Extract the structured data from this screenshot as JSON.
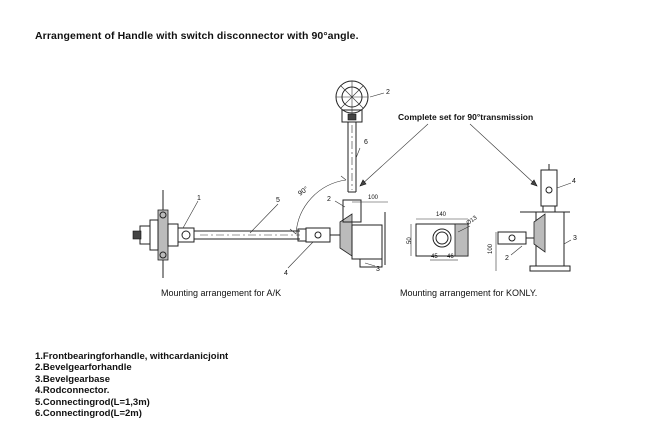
{
  "title": "Arrangement of Handle with switch disconnector with 90°angle.",
  "note": "Complete  set for 90°transmission",
  "captions": {
    "ak": "Mounting arrangement for A/K",
    "konly": "Mounting arrangement for KONLY."
  },
  "callouts": [
    "1",
    "2",
    "3",
    "4",
    "5",
    "6"
  ],
  "dimensions": {
    "angle": "90°",
    "len100": "100",
    "w140": "140",
    "h50": "50",
    "dia": "Ø13",
    "d45": "45",
    "d46": "46",
    "h100": "100"
  },
  "legend": [
    "1.Frontbearingforhandle, withcardanicjoint",
    "2.Bevelgearforhandle",
    "3.Bevelgearbase",
    "4.Rodconnector.",
    "5.Connectingrod(L=1,3m)",
    "6.Connectingrod(L=2m)"
  ]
}
